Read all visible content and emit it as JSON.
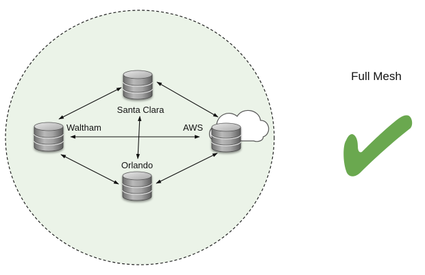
{
  "diagram": {
    "title": "Full Mesh",
    "status_icon": "checkmark-icon",
    "colors": {
      "region_fill": "#ebf3e8",
      "region_border": "#222222",
      "check": "#6aa84f",
      "arrow": "#111111"
    },
    "nodes": [
      {
        "id": "santa-clara",
        "label": "Santa Clara",
        "icon": "database-icon"
      },
      {
        "id": "waltham",
        "label": "Waltham",
        "icon": "database-icon"
      },
      {
        "id": "aws",
        "label": "AWS",
        "icon": "cloud-database-icon"
      },
      {
        "id": "orlando",
        "label": "Orlando",
        "icon": "database-icon"
      }
    ],
    "links": [
      {
        "from": "waltham",
        "to": "santa-clara",
        "direction": "bidirectional"
      },
      {
        "from": "santa-clara",
        "to": "aws",
        "direction": "bidirectional"
      },
      {
        "from": "waltham",
        "to": "aws",
        "direction": "bidirectional"
      },
      {
        "from": "santa-clara",
        "to": "orlando",
        "direction": "bidirectional"
      },
      {
        "from": "waltham",
        "to": "orlando",
        "direction": "bidirectional"
      },
      {
        "from": "orlando",
        "to": "aws",
        "direction": "bidirectional"
      }
    ]
  }
}
